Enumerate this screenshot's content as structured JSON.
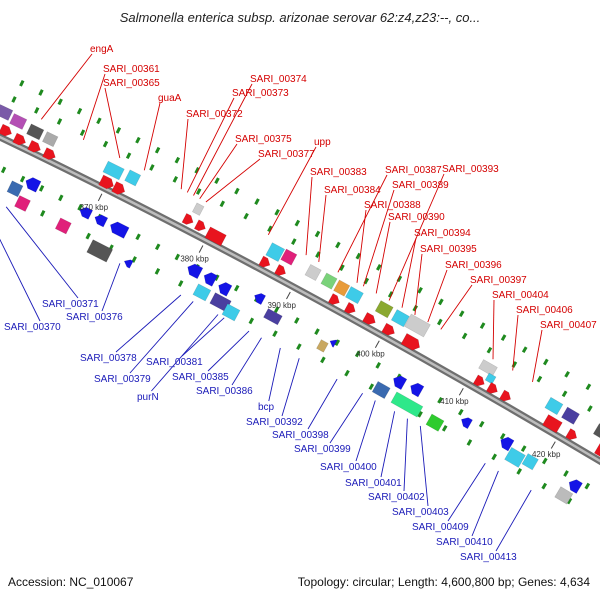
{
  "title": "Salmonella enterica subsp. arizonae serovar 62:z4,z23:--, co...",
  "footer": {
    "accession": "Accession: NC_010067",
    "topology": "Topology: circular; Length: 4,600,800 bp; Genes: 4,634"
  },
  "colors": {
    "forward_gene": "#e8141e",
    "reverse_gene": "#1414e6",
    "forward_label": "#d40000",
    "reverse_label": "#1a1ab8",
    "backbone": "#8c8c8c",
    "dot": "#1f8a1f"
  },
  "ticks": [
    "370 kbp",
    "380 kbp",
    "390 kbp",
    "400 kbp",
    "410 kbp",
    "420 kbp"
  ],
  "forward_labels": [
    "engA",
    "SARI_00361",
    "SARI_00365",
    "guaA",
    "SARI_00372",
    "SARI_00373",
    "SARI_00374",
    "SARI_00375",
    "SARI_00377",
    "upp",
    "SARI_00383",
    "SARI_00384",
    "SARI_00387",
    "SARI_00388",
    "SARI_00389",
    "SARI_00390",
    "SARI_00393",
    "SARI_00394",
    "SARI_00395",
    "SARI_00396",
    "SARI_00397",
    "SARI_00404",
    "SARI_00406",
    "SARI_00407"
  ],
  "reverse_labels": [
    "SARI_00370",
    "SARI_00371",
    "SARI_00376",
    "SARI_00378",
    "SARI_00379",
    "SARI_00381",
    "purN",
    "SARI_00385",
    "SARI_00386",
    "bcp",
    "SARI_00392",
    "SARI_00398",
    "SARI_00399",
    "SARI_00400",
    "SARI_00401",
    "SARI_00402",
    "SARI_00403",
    "SARI_00409",
    "SARI_00410",
    "SARI_00413"
  ]
}
